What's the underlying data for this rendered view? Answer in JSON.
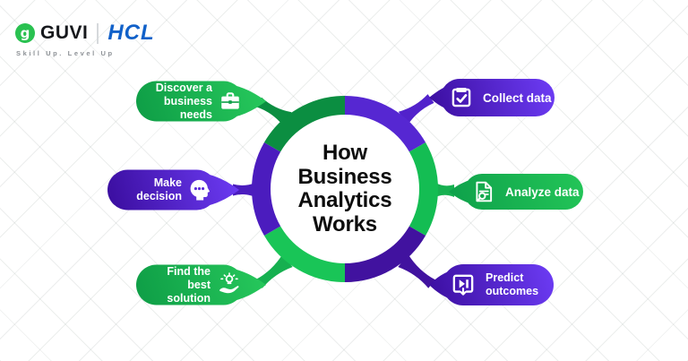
{
  "title": "How Business Analytics Works",
  "brand": {
    "guvi": "GUVI",
    "guvi_icon_glyph": "g",
    "hcl": "HCL",
    "tagline": "Skill Up. Level Up"
  },
  "center": {
    "lines": [
      "How",
      "Business",
      "Analytics",
      "Works"
    ]
  },
  "nodes": [
    {
      "id": "discover-business-needs",
      "label": "Discover a business needs",
      "lines": [
        "Discover a",
        "business needs"
      ],
      "icon": "briefcase-icon",
      "color": "green",
      "position": "top-left"
    },
    {
      "id": "make-decision",
      "label": "Make decision",
      "lines": [
        "Make",
        "decision"
      ],
      "icon": "decision-head-icon",
      "color": "purple",
      "position": "middle-left"
    },
    {
      "id": "find-the-best-solution",
      "label": "Find the best solution",
      "lines": [
        "Find the best",
        "solution"
      ],
      "icon": "idea-hand-icon",
      "color": "green",
      "position": "bottom-left"
    },
    {
      "id": "collect-data",
      "label": "Collect data",
      "lines": [
        "Collect data"
      ],
      "icon": "clipboard-check-icon",
      "color": "purple",
      "position": "top-right"
    },
    {
      "id": "analyze-data",
      "label": "Analyze data",
      "lines": [
        "Analyze data"
      ],
      "icon": "document-search-icon",
      "color": "green",
      "position": "middle-right"
    },
    {
      "id": "predict-outcomes",
      "label": "Predict outcomes",
      "lines": [
        "Predict",
        "outcomes"
      ],
      "icon": "forecast-board-icon",
      "color": "purple",
      "position": "bottom-right"
    }
  ],
  "palette": {
    "green_dark": "#0b8e41",
    "green": "#16b050",
    "green_bright": "#2bcb5f",
    "purple_dark": "#3a0d9e",
    "purple": "#4b1cbe",
    "purple_bright": "#6d3cf5",
    "guvi_green": "#29c150",
    "hcl_blue": "#1161c9",
    "text_dark": "#0d0d0d"
  }
}
